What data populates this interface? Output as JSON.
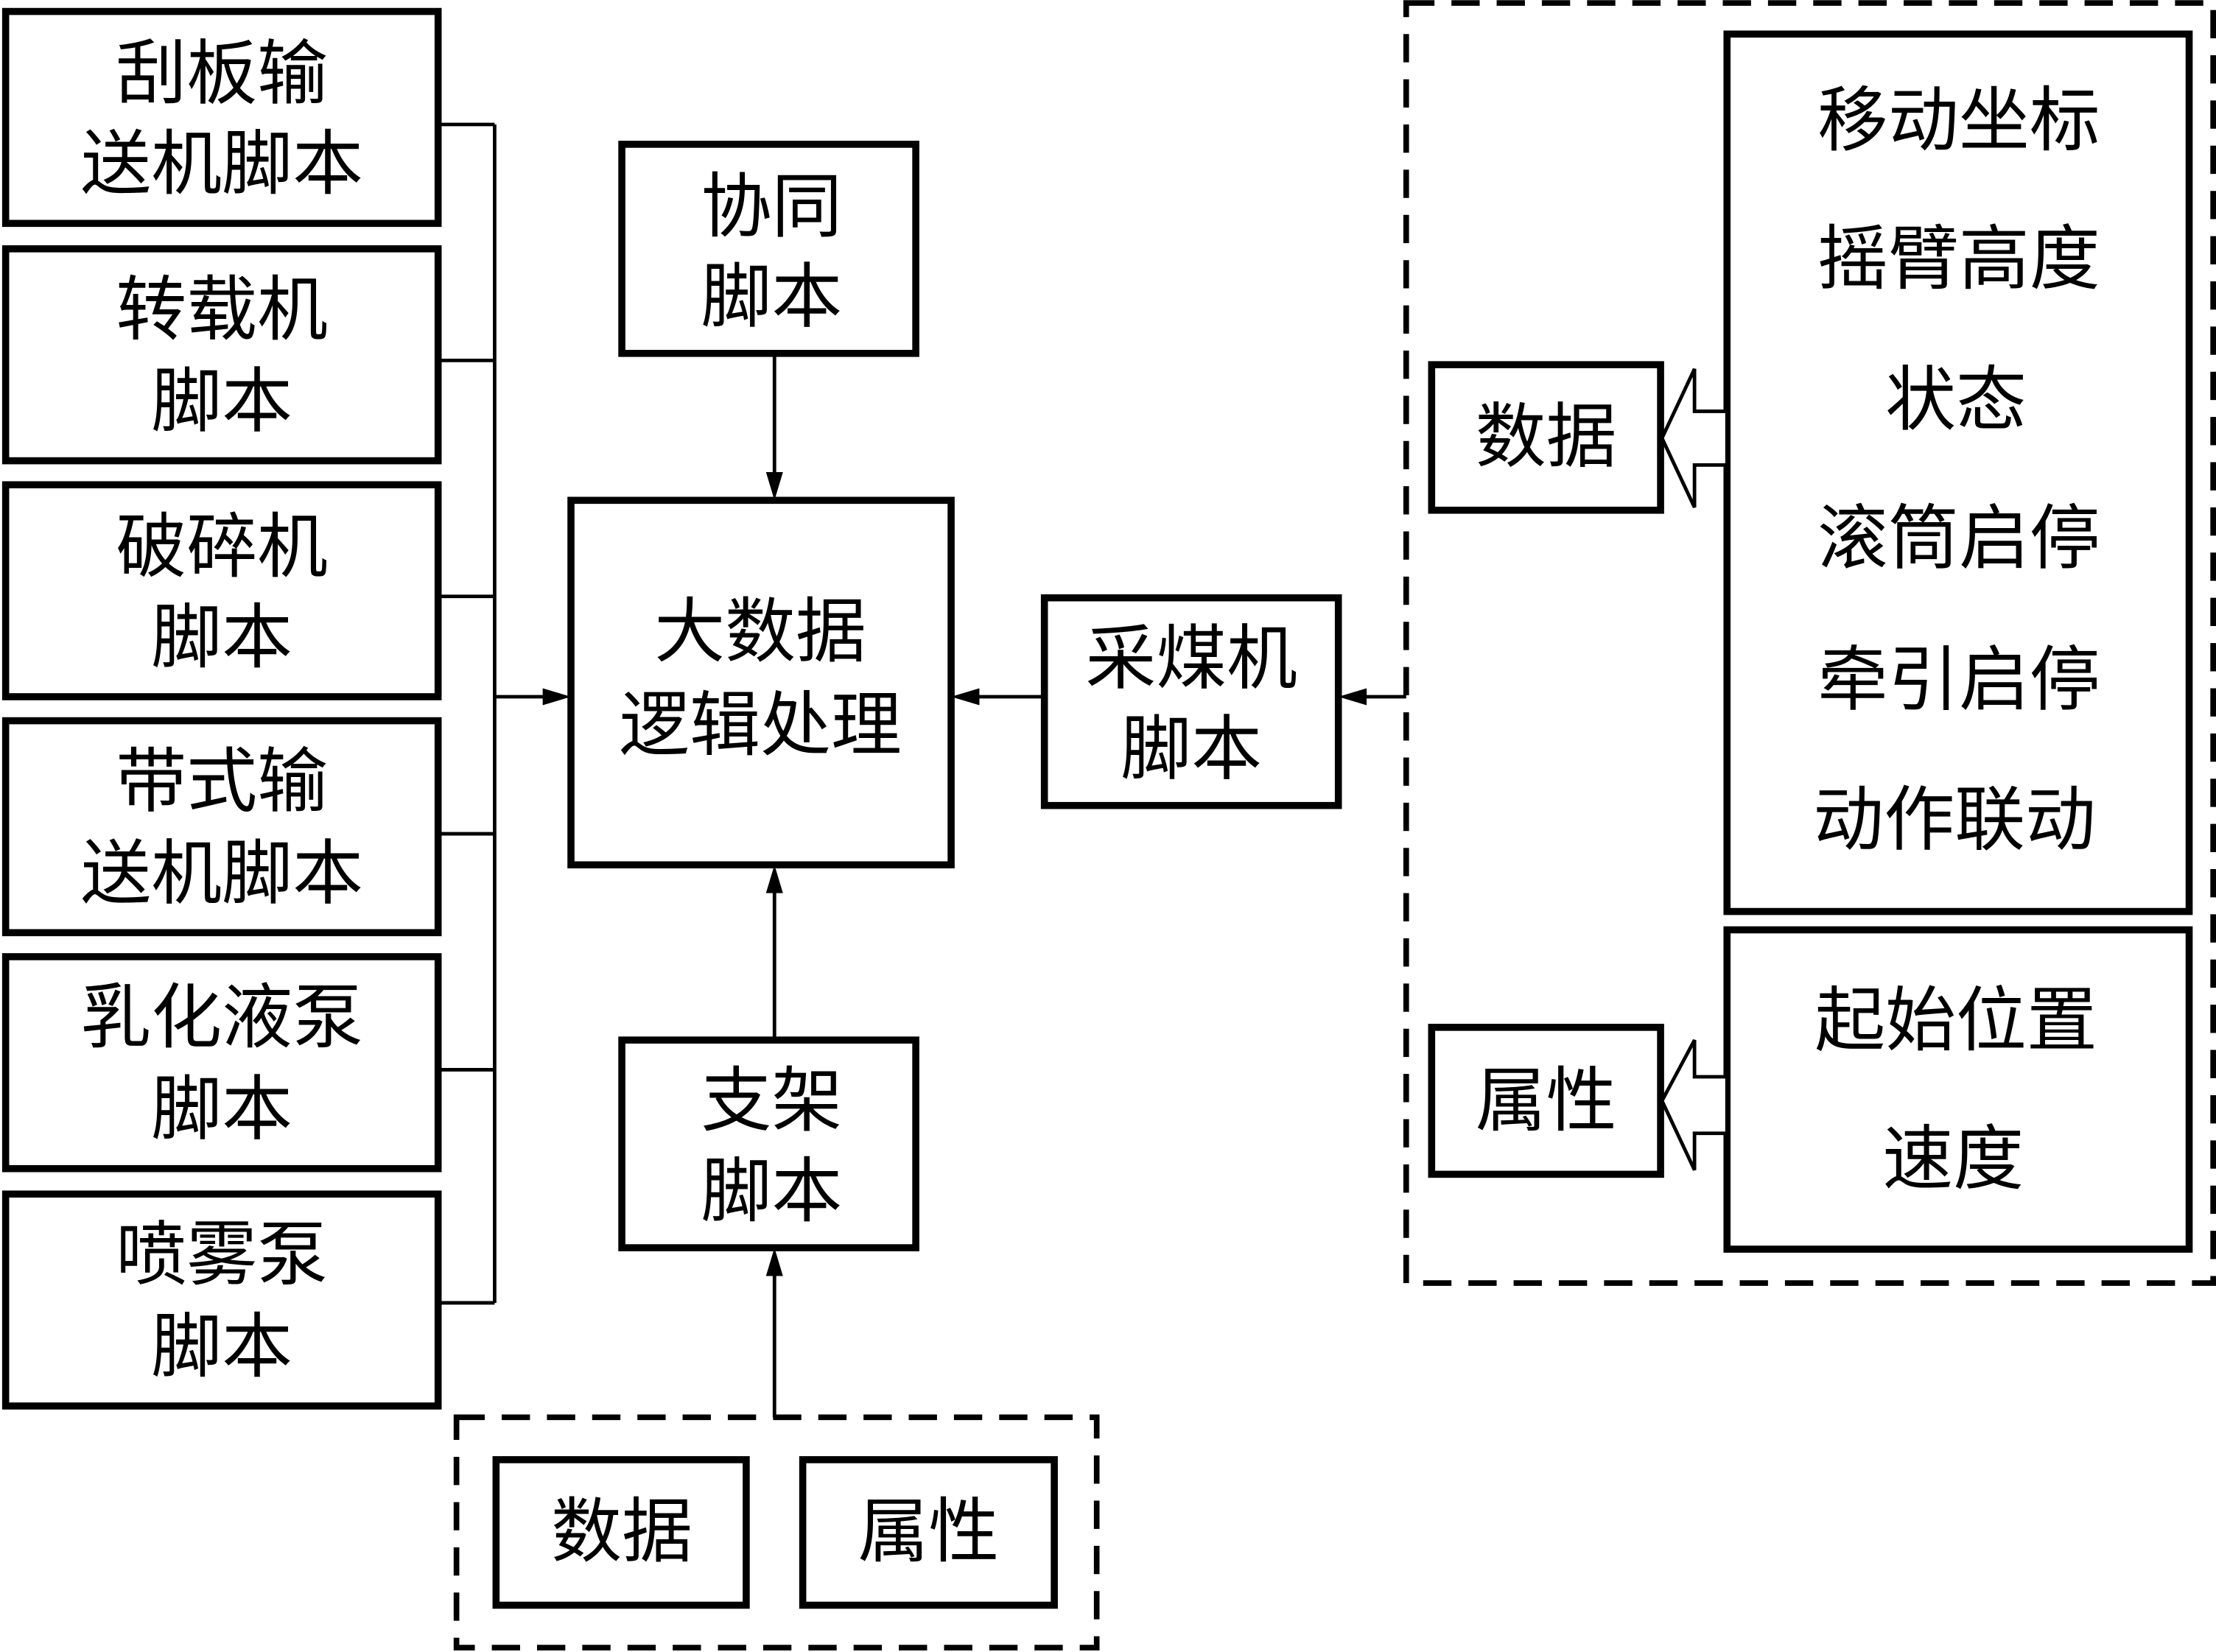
{
  "diagram": {
    "left_scripts": [
      {
        "lines": [
          "刮板输",
          "送机脚本"
        ]
      },
      {
        "lines": [
          "转载机",
          "脚本"
        ]
      },
      {
        "lines": [
          "破碎机",
          "脚本"
        ]
      },
      {
        "lines": [
          "带式输",
          "送机脚本"
        ]
      },
      {
        "lines": [
          "乳化液泵",
          "脚本"
        ]
      },
      {
        "lines": [
          "喷雾泵",
          "脚本"
        ]
      }
    ],
    "center": {
      "lines": [
        "大数据",
        "逻辑处理"
      ]
    },
    "cooperation": {
      "lines": [
        "协同",
        "脚本"
      ]
    },
    "support": {
      "lines": [
        "支架",
        "脚本"
      ]
    },
    "support_group": {
      "data_label": "数据",
      "attr_label": "属性"
    },
    "shearer": {
      "lines": [
        "采煤机",
        "脚本"
      ]
    },
    "shearer_group": {
      "data_label": "数据",
      "attr_label": "属性",
      "data_items": [
        "移动坐标",
        "摇臂高度",
        "状态",
        "滚筒启停",
        "牵引启停",
        "动作联动"
      ],
      "attr_items": [
        "起始位置",
        "速度"
      ]
    }
  }
}
